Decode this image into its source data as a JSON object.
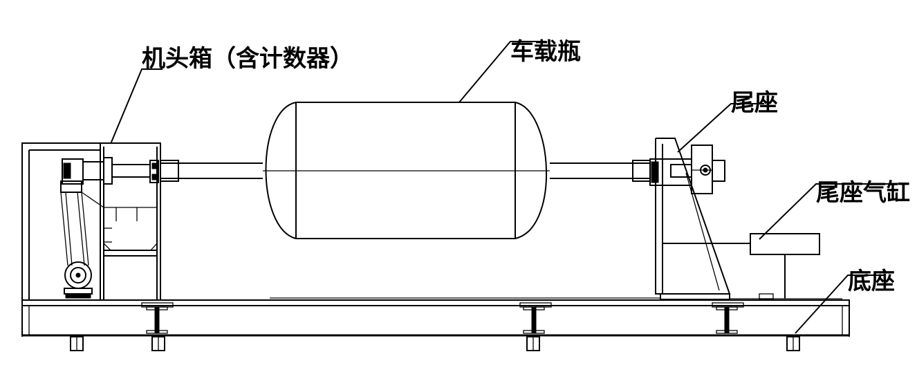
{
  "labels": {
    "headstock": "机头箱（含计数器）",
    "bottle": "车载瓶",
    "tailstock": "尾座",
    "tailstock_cylinder": "尾座气缸",
    "base": "底座"
  },
  "colors": {
    "line": "#000000",
    "background": "#ffffff"
  }
}
